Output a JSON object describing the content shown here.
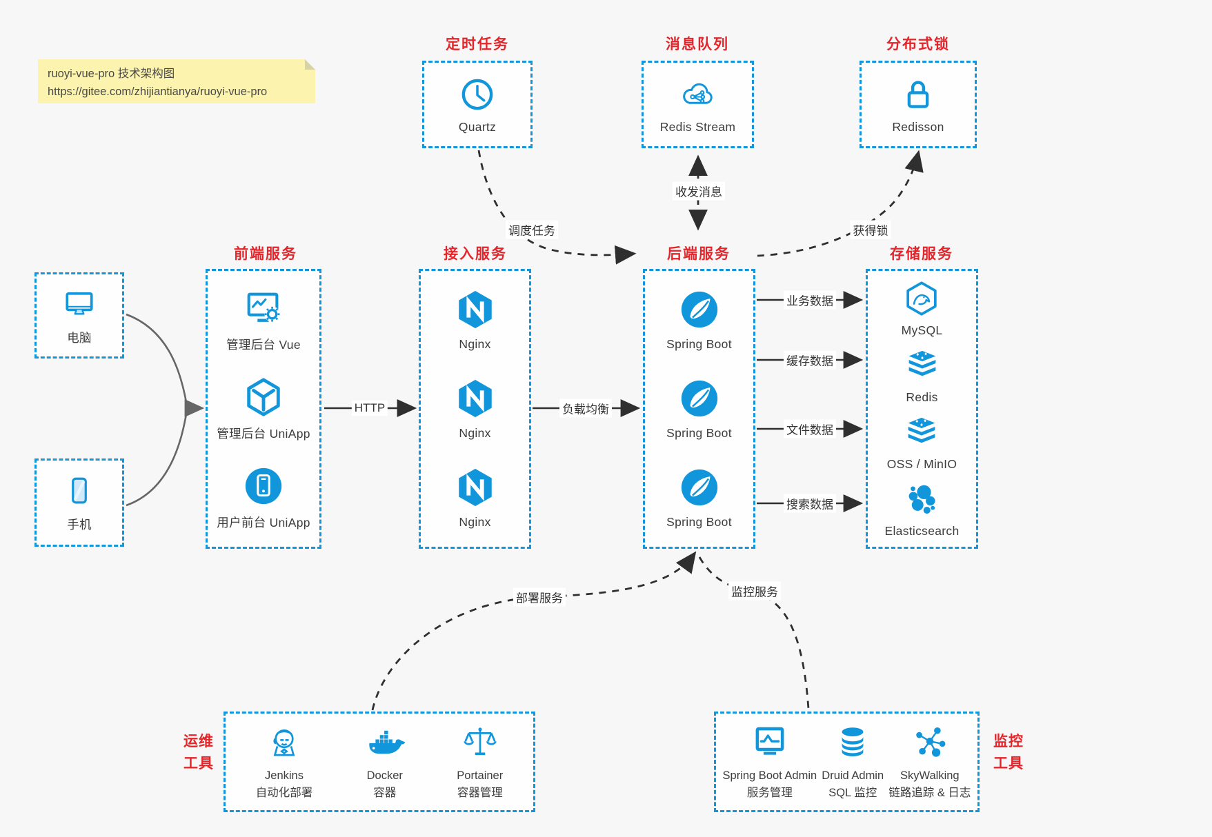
{
  "colors": {
    "accent_blue": "#1296db",
    "title_red": "#e5252a",
    "arrow_dark": "#2f2f2f",
    "arrow_gray": "#666666",
    "note_yellow": "#fbf3ae"
  },
  "note": {
    "line1": "ruoyi-vue-pro 技术架构图",
    "line2": "https://gitee.com/zhijiantianya/ruoyi-vue-pro"
  },
  "top_groups": [
    {
      "title": "定时任务",
      "icon": "clock-icon",
      "label": "Quartz"
    },
    {
      "title": "消息队列",
      "icon": "cloud-share-icon",
      "label": "Redis Stream"
    },
    {
      "title": "分布式锁",
      "icon": "lock-icon",
      "label": "Redisson"
    }
  ],
  "clients": [
    {
      "icon": "desktop-icon",
      "label": "电脑"
    },
    {
      "icon": "mobile-icon",
      "label": "手机"
    }
  ],
  "service_columns": [
    {
      "title": "前端服务",
      "items": [
        {
          "icon": "admin-vue-icon",
          "label": "管理后台 Vue"
        },
        {
          "icon": "cube-icon",
          "label": "管理后台 UniApp"
        },
        {
          "icon": "phone-circle-icon",
          "label": "用户前台 UniApp"
        }
      ]
    },
    {
      "title": "接入服务",
      "items": [
        {
          "icon": "nginx-icon",
          "label": "Nginx"
        },
        {
          "icon": "nginx-icon",
          "label": "Nginx"
        },
        {
          "icon": "nginx-icon",
          "label": "Nginx"
        }
      ]
    },
    {
      "title": "后端服务",
      "items": [
        {
          "icon": "spring-icon",
          "label": "Spring Boot"
        },
        {
          "icon": "spring-icon",
          "label": "Spring Boot"
        },
        {
          "icon": "spring-icon",
          "label": "Spring Boot"
        }
      ]
    },
    {
      "title": "存储服务",
      "items": [
        {
          "icon": "mysql-icon",
          "label": "MySQL"
        },
        {
          "icon": "redis-stack-icon",
          "label": "Redis"
        },
        {
          "icon": "redis-stack-icon",
          "label": "OSS / MinIO"
        },
        {
          "icon": "elasticsearch-icon",
          "label": "Elasticsearch"
        }
      ]
    }
  ],
  "edges": {
    "http": "HTTP",
    "load_balance": "负载均衡",
    "schedule": "调度任务",
    "messages": "收发消息",
    "lock": "获得锁",
    "business": "业务数据",
    "cache": "缓存数据",
    "file": "文件数据",
    "search": "搜索数据",
    "deploy": "部署服务",
    "monitor": "监控服务"
  },
  "ops_group": {
    "side_label": "运维\n工具",
    "items": [
      {
        "icon": "jenkins-icon",
        "label": "Jenkins",
        "sub": "自动化部署"
      },
      {
        "icon": "docker-icon",
        "label": "Docker",
        "sub": "容器"
      },
      {
        "icon": "portainer-icon",
        "label": "Portainer",
        "sub": "容器管理"
      }
    ]
  },
  "monitor_group": {
    "side_label": "监控\n工具",
    "items": [
      {
        "icon": "admin-monitor-icon",
        "label": "Spring Boot Admin",
        "sub": "服务管理"
      },
      {
        "icon": "druid-icon",
        "label": "Druid Admin",
        "sub": "SQL 监控"
      },
      {
        "icon": "skywalking-icon",
        "label": "SkyWalking",
        "sub": "链路追踪 & 日志"
      }
    ]
  }
}
